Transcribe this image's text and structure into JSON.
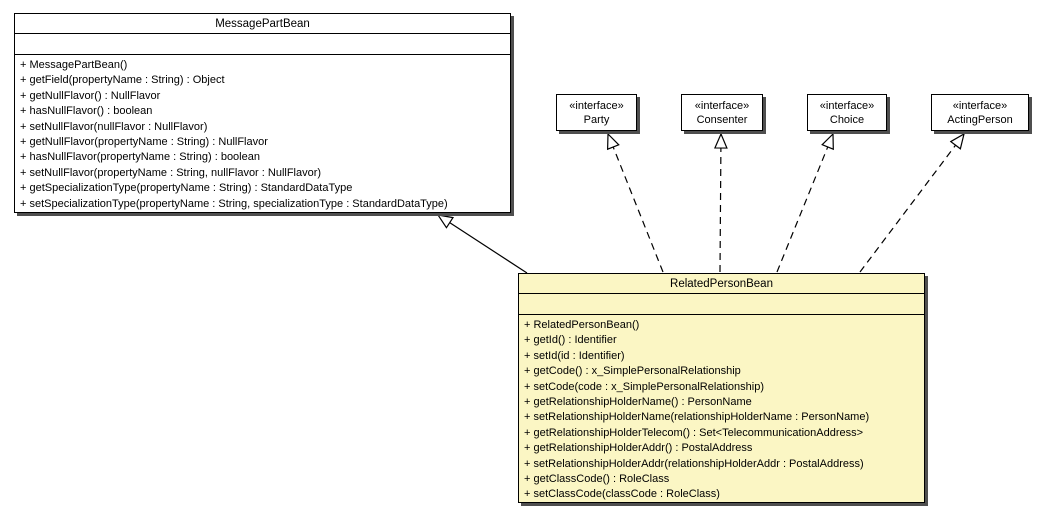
{
  "classes": {
    "message_part_bean": {
      "name": "MessagePartBean",
      "attributes": [],
      "methods": [
        "+ MessagePartBean()",
        "+ getField(propertyName : String) : Object",
        "+ getNullFlavor() : NullFlavor",
        "+ hasNullFlavor() : boolean",
        "+ setNullFlavor(nullFlavor : NullFlavor)",
        "+ getNullFlavor(propertyName : String) : NullFlavor",
        "+ hasNullFlavor(propertyName : String) : boolean",
        "+ setNullFlavor(propertyName : String, nullFlavor : NullFlavor)",
        "+ getSpecializationType(propertyName : String) : StandardDataType",
        "+ setSpecializationType(propertyName : String, specializationType : StandardDataType)"
      ]
    },
    "related_person_bean": {
      "name": "RelatedPersonBean",
      "attributes": [],
      "methods": [
        "+ RelatedPersonBean()",
        "+ getId() : Identifier",
        "+ setId(id : Identifier)",
        "+ getCode() : x_SimplePersonalRelationship",
        "+ setCode(code : x_SimplePersonalRelationship)",
        "+ getRelationshipHolderName() : PersonName",
        "+ setRelationshipHolderName(relationshipHolderName : PersonName)",
        "+ getRelationshipHolderTelecom() : Set<TelecommunicationAddress>",
        "+ getRelationshipHolderAddr() : PostalAddress",
        "+ setRelationshipHolderAddr(relationshipHolderAddr : PostalAddress)",
        "+ getClassCode() : RoleClass",
        "+ setClassCode(classCode : RoleClass)"
      ]
    }
  },
  "interfaces": [
    {
      "stereotype": "«interface»",
      "name": "Party"
    },
    {
      "stereotype": "«interface»",
      "name": "Consenter"
    },
    {
      "stereotype": "«interface»",
      "name": "Choice"
    },
    {
      "stereotype": "«interface»",
      "name": "ActingPerson"
    }
  ],
  "relationships": {
    "generalization": {
      "from": "RelatedPersonBean",
      "to": "MessagePartBean",
      "line": "solid",
      "arrow": "hollow-triangle"
    },
    "realizations": [
      {
        "from": "RelatedPersonBean",
        "to": "Party",
        "line": "dashed",
        "arrow": "hollow-triangle"
      },
      {
        "from": "RelatedPersonBean",
        "to": "Consenter",
        "line": "dashed",
        "arrow": "hollow-triangle"
      },
      {
        "from": "RelatedPersonBean",
        "to": "Choice",
        "line": "dashed",
        "arrow": "hollow-triangle"
      },
      {
        "from": "RelatedPersonBean",
        "to": "ActingPerson",
        "line": "dashed",
        "arrow": "hollow-triangle"
      }
    ]
  },
  "colors": {
    "class_fill": "#FFFFFF",
    "highlight_fill": "#FBF6C4",
    "border": "#000000",
    "shadow": "#4F4F4F"
  }
}
